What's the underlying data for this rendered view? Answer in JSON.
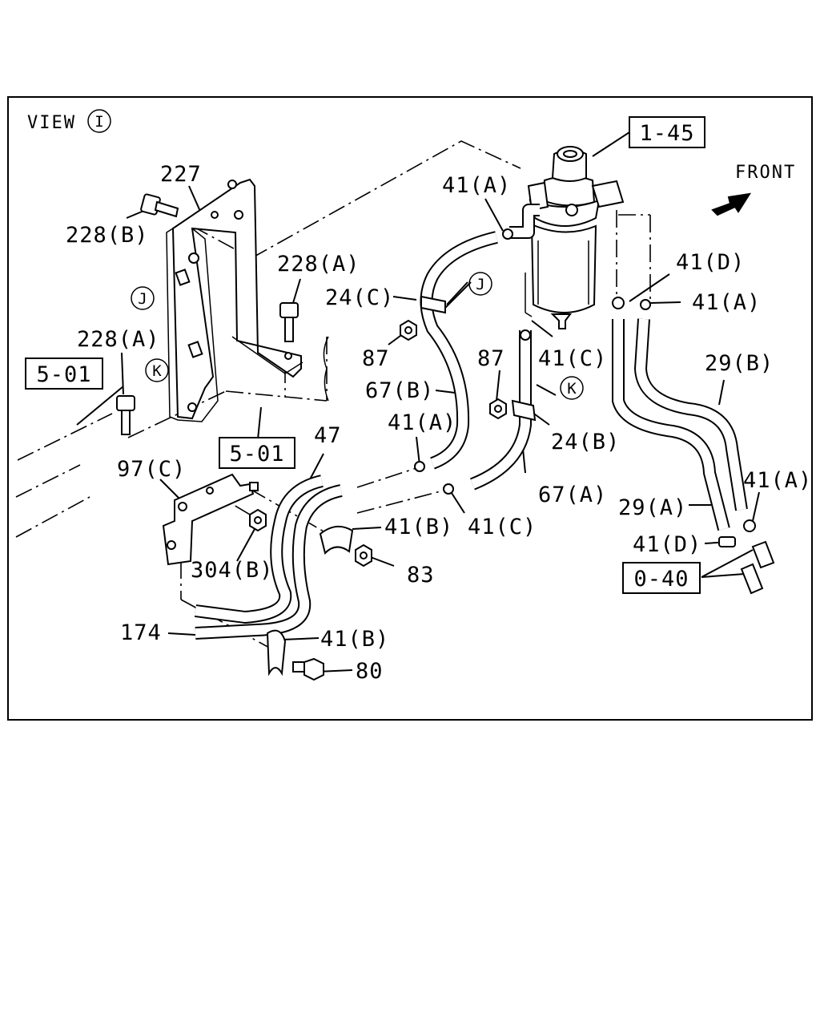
{
  "view_label": "VIEW",
  "view_marker": "I",
  "direction": {
    "label": "FRONT",
    "icon": "arrow-icon"
  },
  "markers": {
    "j": "J",
    "k": "K"
  },
  "ref_boxes": {
    "filter_assembly": "1-45",
    "ref_left": "5-01",
    "ref_center": "5-01",
    "ref_bottom_right": "0-40"
  },
  "parts": {
    "p227": "227",
    "p228b": "228(B)",
    "p228a_top": "228(A)",
    "p228a_left": "228(A)",
    "p41a_top": "41(A)",
    "p24c": "24(C)",
    "p87_left": "87",
    "p67b": "67(B)",
    "p41a_mid": "41(A)",
    "p47": "47",
    "p97c": "97(C)",
    "p304b": "304(B)",
    "p41b_mid": "41(B)",
    "p41c_mid": "41(C)",
    "p83": "83",
    "p174": "174",
    "p41b_bot": "41(B)",
    "p80": "80",
    "p87_right": "87",
    "p41c_top": "41(C)",
    "p24b": "24(B)",
    "p67a": "67(A)",
    "p41d_top": "41(D)",
    "p41a_right": "41(A)",
    "p29b": "29(B)",
    "p29a": "29(A)",
    "p41a_br": "41(A)",
    "p41d_bot": "41(D)"
  }
}
